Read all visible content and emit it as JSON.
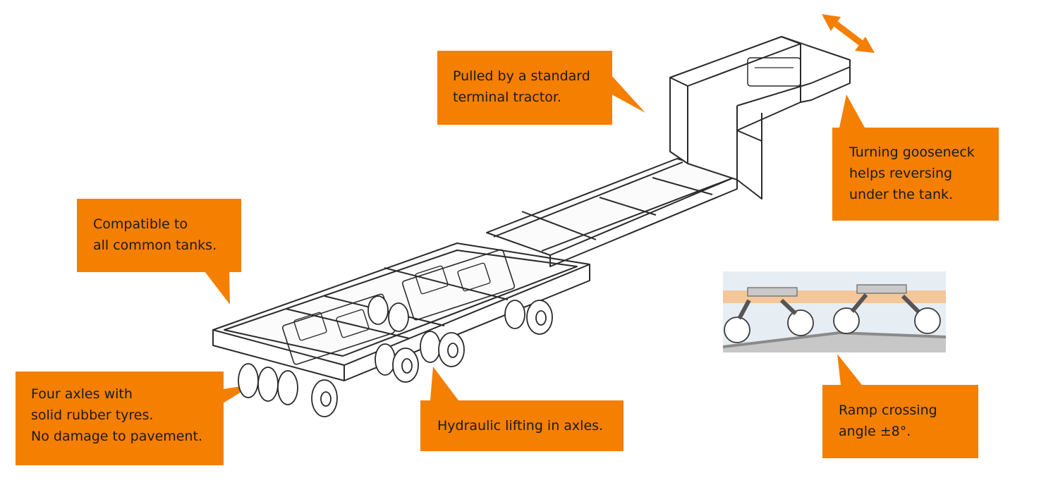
{
  "colors": {
    "accent": "#f57f00",
    "line": "#2a2a2a",
    "text": "#1b1b1b"
  },
  "callouts": {
    "tractor": [
      "Pulled by a standard",
      "terminal tractor."
    ],
    "gooseneck": [
      "Turning gooseneck",
      "helps reversing",
      "under the tank."
    ],
    "tanks": [
      "Compatible to",
      "all common tanks."
    ],
    "axles": [
      "Four axles with",
      "solid rubber tyres.",
      "No damage to pavement."
    ],
    "hydraulic": [
      "Hydraulic lifting in axles."
    ],
    "ramp": [
      "Ramp crossing",
      "angle ±8°."
    ]
  },
  "icons": {
    "turn_arrow": "double-arrow-icon",
    "trailer": "lowbed-trailer-illustration",
    "ramp": "ramp-crossing-illustration"
  }
}
